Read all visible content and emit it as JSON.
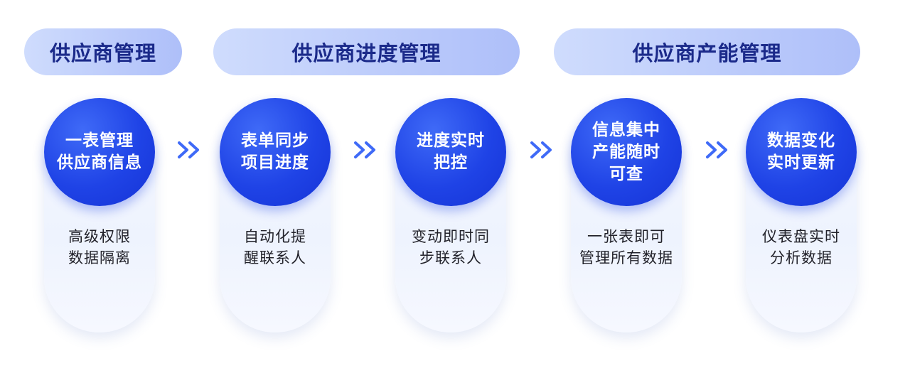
{
  "headers": [
    {
      "label": "供应商管理"
    },
    {
      "label": "供应商进度管理"
    },
    {
      "label": "供应商产能管理"
    }
  ],
  "cards": [
    {
      "title": [
        "一表管理",
        "供应商信息"
      ],
      "desc": [
        "高级权限",
        "数据隔离"
      ]
    },
    {
      "title": [
        "表单同步",
        "项目进度"
      ],
      "desc": [
        "自动化提",
        "醒联系人"
      ]
    },
    {
      "title": [
        "进度实时",
        "把控"
      ],
      "desc": [
        "变动即时同",
        "步联系人"
      ]
    },
    {
      "title": [
        "信息集中",
        "产能随时",
        "可查"
      ],
      "desc": [
        "一张表即可",
        "管理所有数据"
      ]
    },
    {
      "title": [
        "数据变化",
        "实时更新"
      ],
      "desc": [
        "仪表盘实时",
        "分析数据"
      ]
    }
  ],
  "colors": {
    "header_text": "#1b2a8a",
    "circle_blue": "#1f43e6",
    "arrow_blue": "#3f6af7"
  },
  "icons": {
    "arrow": "double-chevron-right-icon"
  }
}
